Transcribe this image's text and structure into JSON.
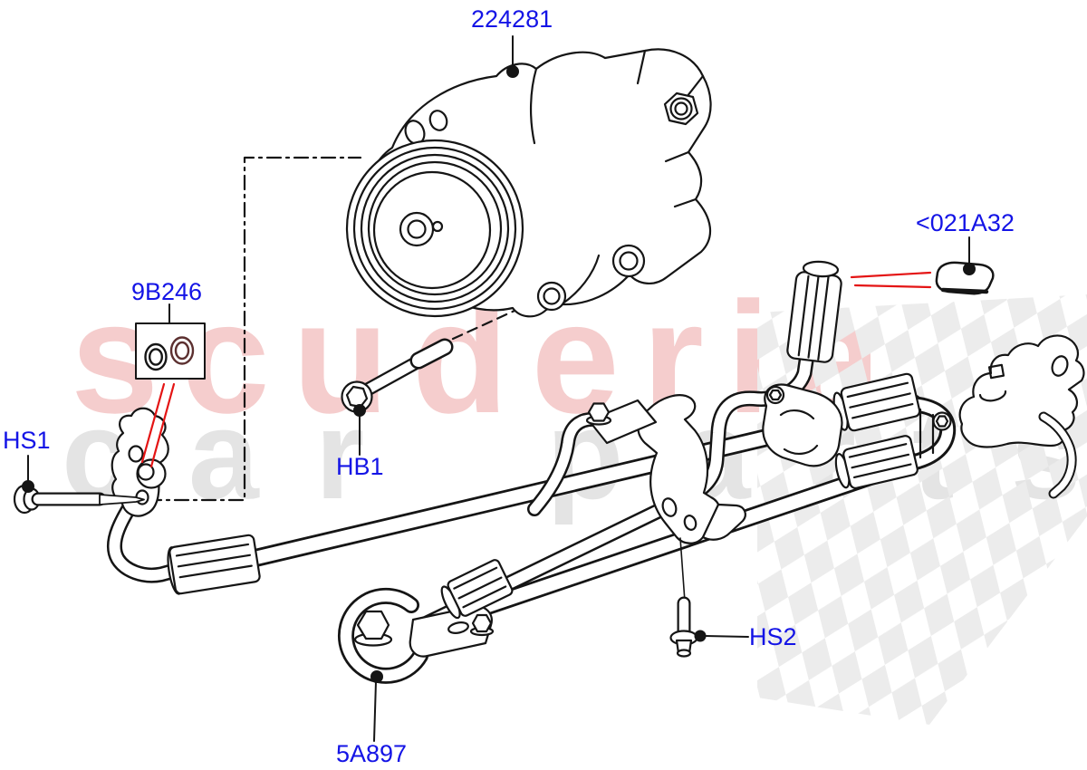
{
  "watermark": {
    "brand": "scuderia",
    "tagline": "car parts",
    "brand_color": "#f5cdcd",
    "tagline_color": "#e4e4e4",
    "checker_color": "#ececec"
  },
  "colors": {
    "label_blue": "#1414e6",
    "leader_red": "#e41414",
    "line_black": "#151515",
    "oring_maroon": "#5c3030"
  },
  "labels": {
    "pump": "224281",
    "cap": "<021A32",
    "seal_kit": "9B246",
    "hs1": "HS1",
    "hb1": "HB1",
    "hs2": "HS2",
    "hose": "5A897"
  }
}
